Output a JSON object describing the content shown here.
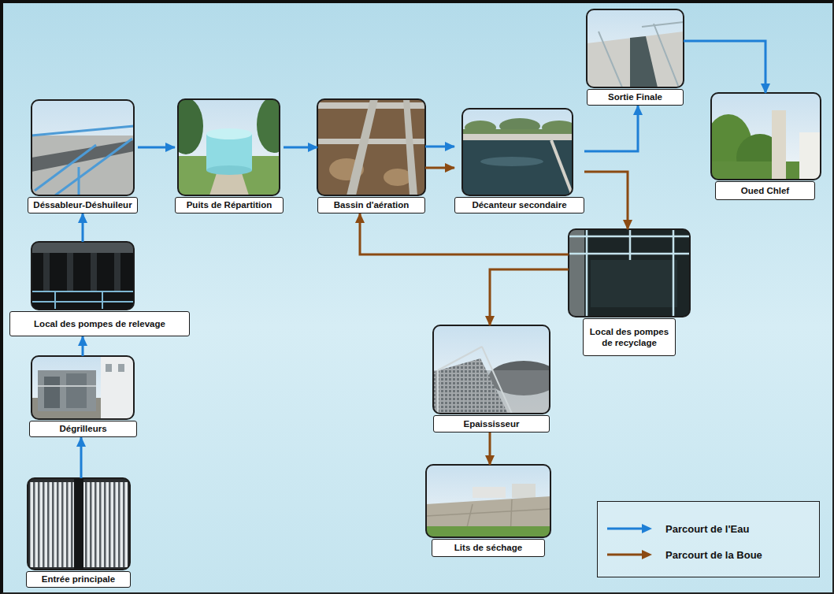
{
  "diagram": {
    "nodes": [
      {
        "text": [
          "Entrée principale"
        ]
      },
      {
        "text": [
          "Dégrilleurs"
        ]
      },
      {
        "text": [
          "Local des pompes de relevage"
        ]
      },
      {
        "text": [
          "Déssableur-Déshuileur"
        ]
      },
      {
        "text": [
          "Puits de Répartition"
        ]
      },
      {
        "text": [
          "Bassin d'aération"
        ]
      },
      {
        "text": [
          "Décanteur secondaire"
        ]
      },
      {
        "text": [
          "Sortie Finale"
        ]
      },
      {
        "text": [
          "Oued Chlef"
        ]
      },
      {
        "text": [
          "Local des pompes de recyclage"
        ]
      },
      {
        "text": [
          "Epaississeur"
        ]
      },
      {
        "text": [
          "Lits de séchage"
        ]
      }
    ],
    "edges": [
      {
        "from": 0,
        "to": 1,
        "arrow": "to"
      },
      {
        "from": 1,
        "to": 2,
        "arrow": "to"
      },
      {
        "from": 2,
        "to": 3,
        "arrow": "to"
      },
      {
        "from": 3,
        "to": 4,
        "arrow": "to"
      },
      {
        "from": 4,
        "to": 5,
        "arrow": "to"
      },
      {
        "from": 5,
        "to": 6,
        "arrow": "to"
      },
      {
        "from": 5,
        "to": 6,
        "arrow": "to"
      },
      {
        "from": 6,
        "to": 7,
        "arrow": "to"
      },
      {
        "from": 7,
        "to": 8,
        "arrow": "to"
      },
      {
        "from": 6,
        "to": 9,
        "arrow": "to"
      },
      {
        "from": 9,
        "to": 5,
        "arrow": "to"
      },
      {
        "from": 9,
        "to": 10,
        "arrow": "to"
      },
      {
        "from": 10,
        "to": 11,
        "arrow": "to"
      }
    ],
    "legend": [
      {
        "text": "Parcourt de l'Eau"
      },
      {
        "text": "Parcourt de la Boue"
      }
    ]
  }
}
